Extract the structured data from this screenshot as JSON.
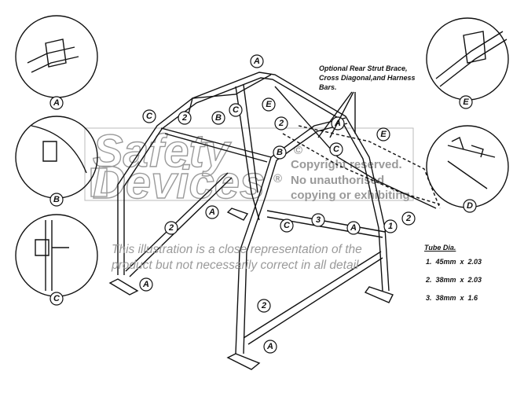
{
  "note": {
    "line1": "Optional Rear Strut Brace,",
    "line2": "Cross Diagonal,and Harness",
    "line3": "Bars."
  },
  "watermark": {
    "word1": "Safety",
    "word2": "Devices",
    "copyright_symbol": "©",
    "registered_symbol": "®",
    "line1": "Copyright reserved.",
    "line2": "No unauthorised",
    "line3": "copying or exhibiting"
  },
  "disclaimer": {
    "line1": "This illustration is a close representation of the",
    "line2": "product but not necessarily correct in all detail"
  },
  "tube_dia": {
    "title": "Tube Dia.",
    "rows": [
      "1.  45mm  x  2.03",
      "2.  38mm  x  2.03",
      "3.  38mm  x  1.6"
    ]
  },
  "insets": [
    "A",
    "B",
    "C",
    "E",
    "D"
  ],
  "callouts": [
    "A",
    "B",
    "C",
    "E",
    "2",
    "A",
    "E",
    "2",
    "C",
    "A",
    "B",
    "C",
    "2",
    "3",
    "C",
    "A",
    "1",
    "2",
    "A",
    "2",
    "A"
  ]
}
